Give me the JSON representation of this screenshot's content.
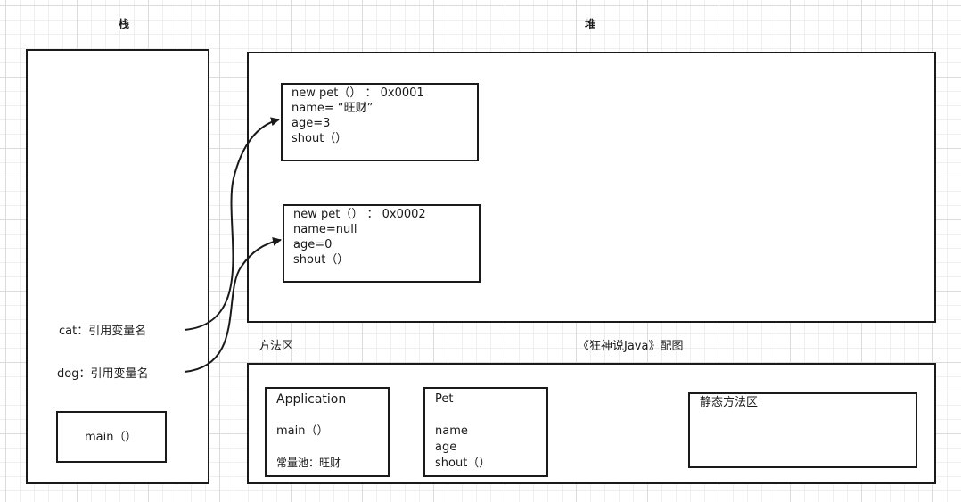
{
  "stack": {
    "title": "栈",
    "cat_label": "cat：引用变量名",
    "dog_label": "dog：引用变量名",
    "main_label": "main（）"
  },
  "heap": {
    "title": "堆",
    "objects": [
      {
        "lines": [
          "new pet（） ： 0x0001",
          "name= “旺财”",
          "age=3",
          "shout（）"
        ]
      },
      {
        "lines": [
          "new pet（） ： 0x0002",
          "name=null",
          "age=0",
          "shout（）"
        ]
      }
    ]
  },
  "method_area": {
    "title": "方法区",
    "caption": "《狂神说Java》配图",
    "application": {
      "title": "Application",
      "method": "main（）",
      "constant_pool": "常量池：旺财"
    },
    "pet_class": {
      "title": "Pet",
      "fields": [
        "name",
        "age",
        "shout（）"
      ]
    },
    "static_area": {
      "title": "静态方法区"
    }
  }
}
